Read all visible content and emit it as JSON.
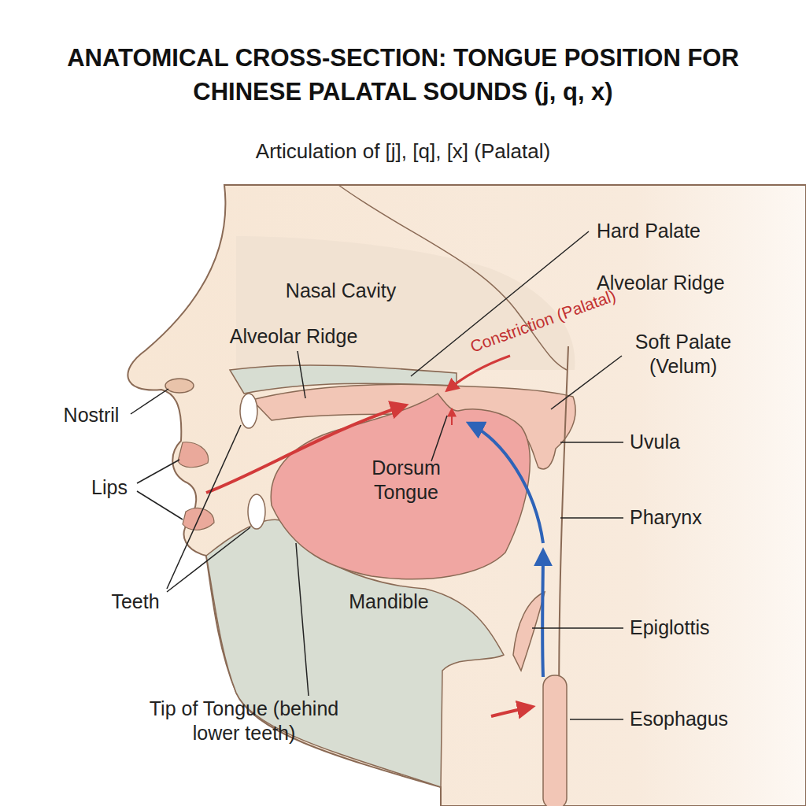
{
  "diagram": {
    "title": "ANATOMICAL CROSS-SECTION: TONGUE POSITION FOR CHINESE PALATAL SOUNDS (j, q, x)",
    "labels": [
      "Articulation of [j], [q], [x] (Palatal)",
      "Hard Palate",
      "Nasal Cavity",
      "Constriction (Palatal)",
      "Alveolar Ridge",
      "Alveolar Ridge",
      "Soft Palate (Velum)",
      "Nostril",
      "Dorsum Tongue",
      "Uvula",
      "Lips",
      "Pharynx",
      "Teeth",
      "Mandible",
      "Epiglottis",
      "Tip of Tongue (behind lower teeth)",
      "Esophagus"
    ]
  }
}
